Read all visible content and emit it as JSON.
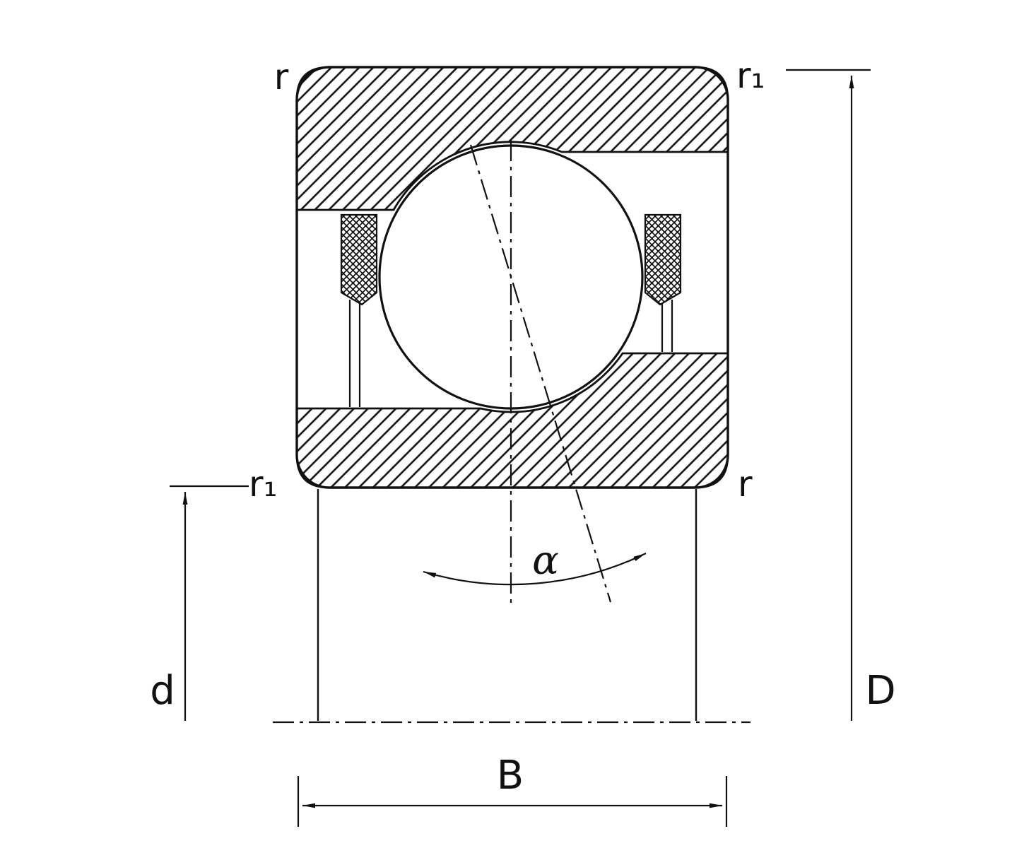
{
  "labels": {
    "corner_r_top_left": "r",
    "corner_r1_top_right": "r₁",
    "corner_r1_bottom_left": "r₁",
    "corner_r_bottom_right": "r",
    "bore_diameter": "d",
    "outside_diameter": "D",
    "width": "B",
    "contact_angle": "α"
  },
  "colors": {
    "line": "#111111",
    "background": "#ffffff"
  }
}
